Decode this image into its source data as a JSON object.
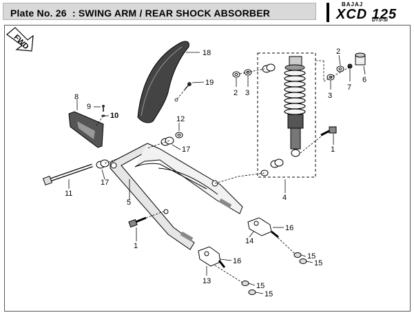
{
  "plate": {
    "title": "Plate No. 26  : SWING ARM / REAR SHOCK ABSORBER"
  },
  "brand": {
    "maker": "BAJAJ",
    "model": "XCD 125",
    "variant": "DTS-Si"
  },
  "orientation": {
    "label": "FWD"
  },
  "callouts": [
    {
      "id": "c1a",
      "label": "1"
    },
    {
      "id": "c1b",
      "label": "1"
    },
    {
      "id": "c2a",
      "label": "2"
    },
    {
      "id": "c2b",
      "label": "2"
    },
    {
      "id": "c3a",
      "label": "3"
    },
    {
      "id": "c3b",
      "label": "3"
    },
    {
      "id": "c4",
      "label": "4"
    },
    {
      "id": "c5",
      "label": "5"
    },
    {
      "id": "c6",
      "label": "6"
    },
    {
      "id": "c7",
      "label": "7"
    },
    {
      "id": "c8",
      "label": "8"
    },
    {
      "id": "c9",
      "label": "9"
    },
    {
      "id": "c10",
      "label": "10"
    },
    {
      "id": "c11",
      "label": "11"
    },
    {
      "id": "c12",
      "label": "12"
    },
    {
      "id": "c13",
      "label": "13"
    },
    {
      "id": "c14",
      "label": "14"
    },
    {
      "id": "c15a",
      "label": "15"
    },
    {
      "id": "c15b",
      "label": "15"
    },
    {
      "id": "c15c",
      "label": "15"
    },
    {
      "id": "c15d",
      "label": "15"
    },
    {
      "id": "c16a",
      "label": "16"
    },
    {
      "id": "c16b",
      "label": "16"
    },
    {
      "id": "c17a",
      "label": "17"
    },
    {
      "id": "c17b",
      "label": "17"
    },
    {
      "id": "c18",
      "label": "18"
    },
    {
      "id": "c19",
      "label": "19"
    }
  ]
}
